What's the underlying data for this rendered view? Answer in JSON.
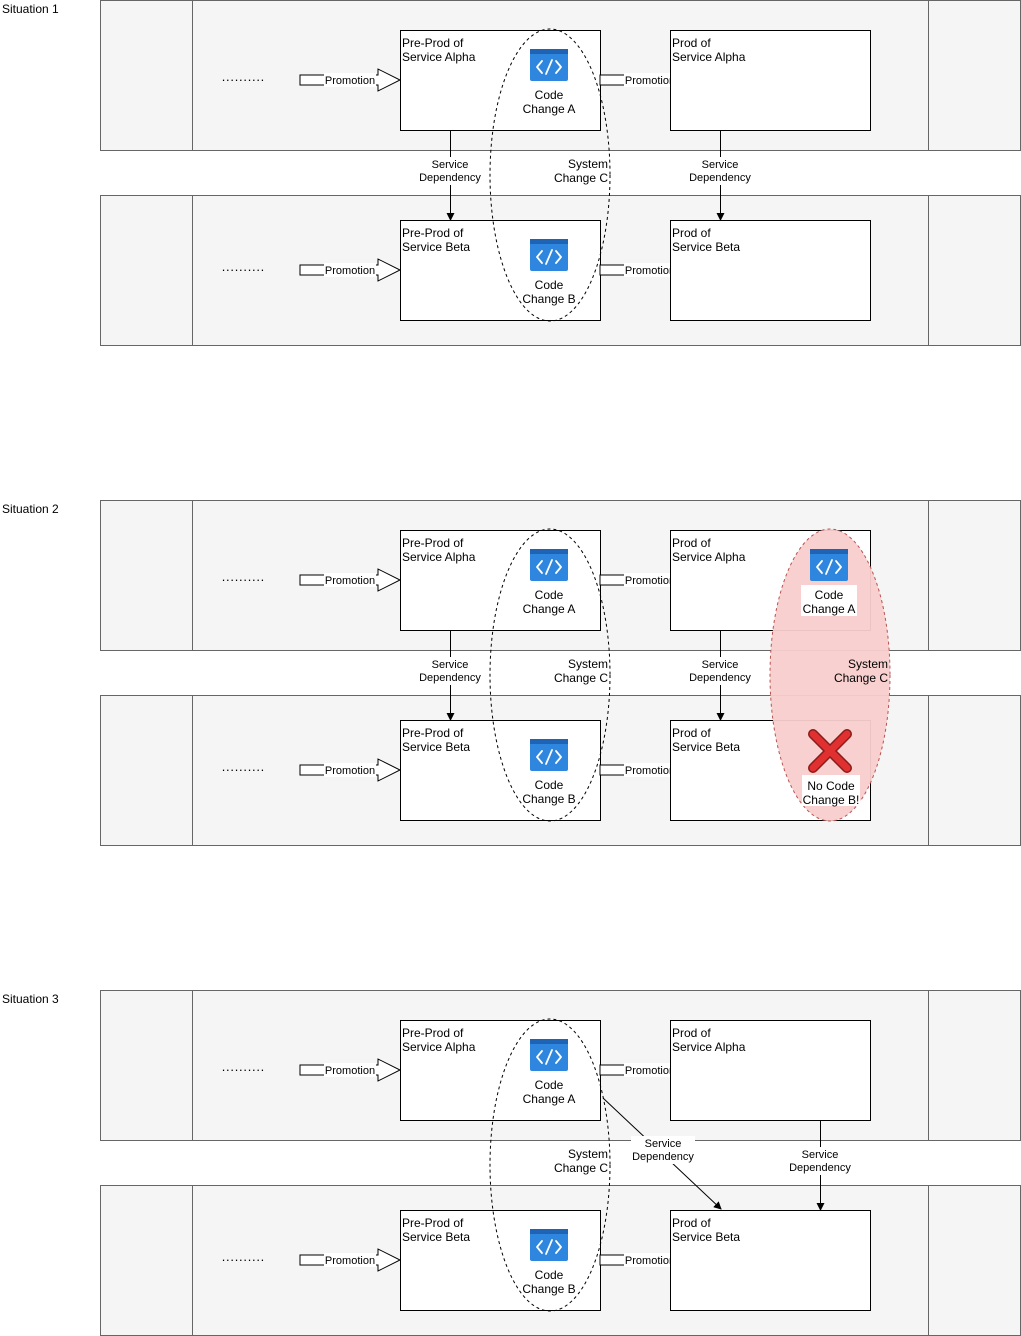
{
  "colors": {
    "band_fill": "#f5f5f5",
    "band_stroke": "#666666",
    "box_fill": "#ffffff",
    "box_stroke": "#000000",
    "icon_blue": "#2e86de",
    "icon_top": "#1f64b4",
    "failure_fill": "#f8cecc",
    "failure_stroke": "#b85450",
    "cross_red": "#e03030"
  },
  "labels": {
    "promotion": "Promotion",
    "service_dependency": [
      "Service",
      "Dependency"
    ],
    "system_change_c": [
      "System",
      "Change C"
    ],
    "pre_prod_alpha": [
      "Pre-Prod of",
      "Service Alpha"
    ],
    "prod_alpha": [
      "Prod of",
      "Service Alpha"
    ],
    "pre_prod_beta": [
      "Pre-Prod of",
      "Service Beta"
    ],
    "prod_beta": [
      "Prod of",
      "Service Beta"
    ],
    "code_change_a": [
      "Code",
      "Change A"
    ],
    "code_change_b": [
      "Code",
      "Change B"
    ],
    "no_code_change_b": [
      "No Code",
      "Change B!"
    ],
    "dots": "··········"
  },
  "situations": [
    {
      "title": "Situation 1"
    },
    {
      "title": "Situation 2"
    },
    {
      "title": "Situation 3"
    }
  ]
}
